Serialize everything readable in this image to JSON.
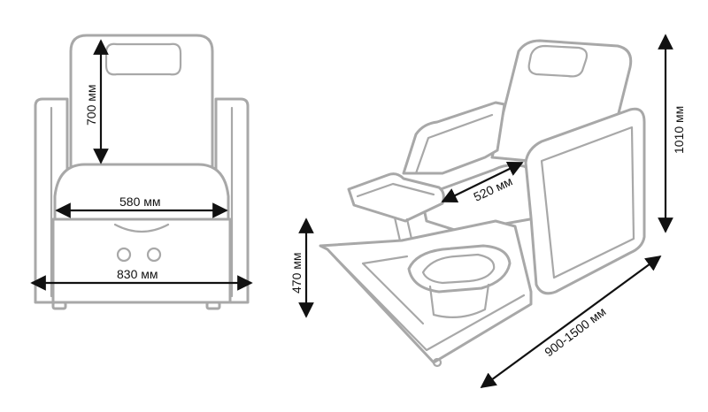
{
  "dimensions": {
    "back_height": "700 мм",
    "seat_width": "580 мм",
    "total_width": "830 мм",
    "total_height": "1010 мм",
    "seat_depth": "520 мм",
    "length_range": "900-1500 мм",
    "footbath_height": "470 мм"
  },
  "colors": {
    "outline": "#a8a8a8",
    "dimension": "#111111",
    "background": "#ffffff"
  }
}
